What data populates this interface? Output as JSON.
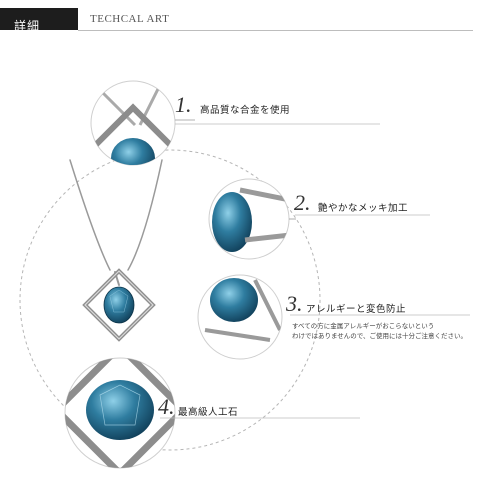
{
  "header": {
    "tab_label": "詳細",
    "subtitle": "TECHCAL ART"
  },
  "features": [
    {
      "number": "1.",
      "label": "高品質な合金を使用"
    },
    {
      "number": "2.",
      "label": "艶やかなメッキ加工"
    },
    {
      "number": "3.",
      "label": "アレルギーと変色防止",
      "note_line1": "すべての方に金属アレルギーがおこらないという",
      "note_line2": "わけではありませんので、ご使用には十分ご注意ください。"
    },
    {
      "number": "4.",
      "label": "最高級人工石"
    }
  ],
  "colors": {
    "stone": "#2a6e8e",
    "stone_light": "#5aa3c1",
    "metal": "#9a9a9a",
    "header_bg": "#1d1d1d"
  }
}
